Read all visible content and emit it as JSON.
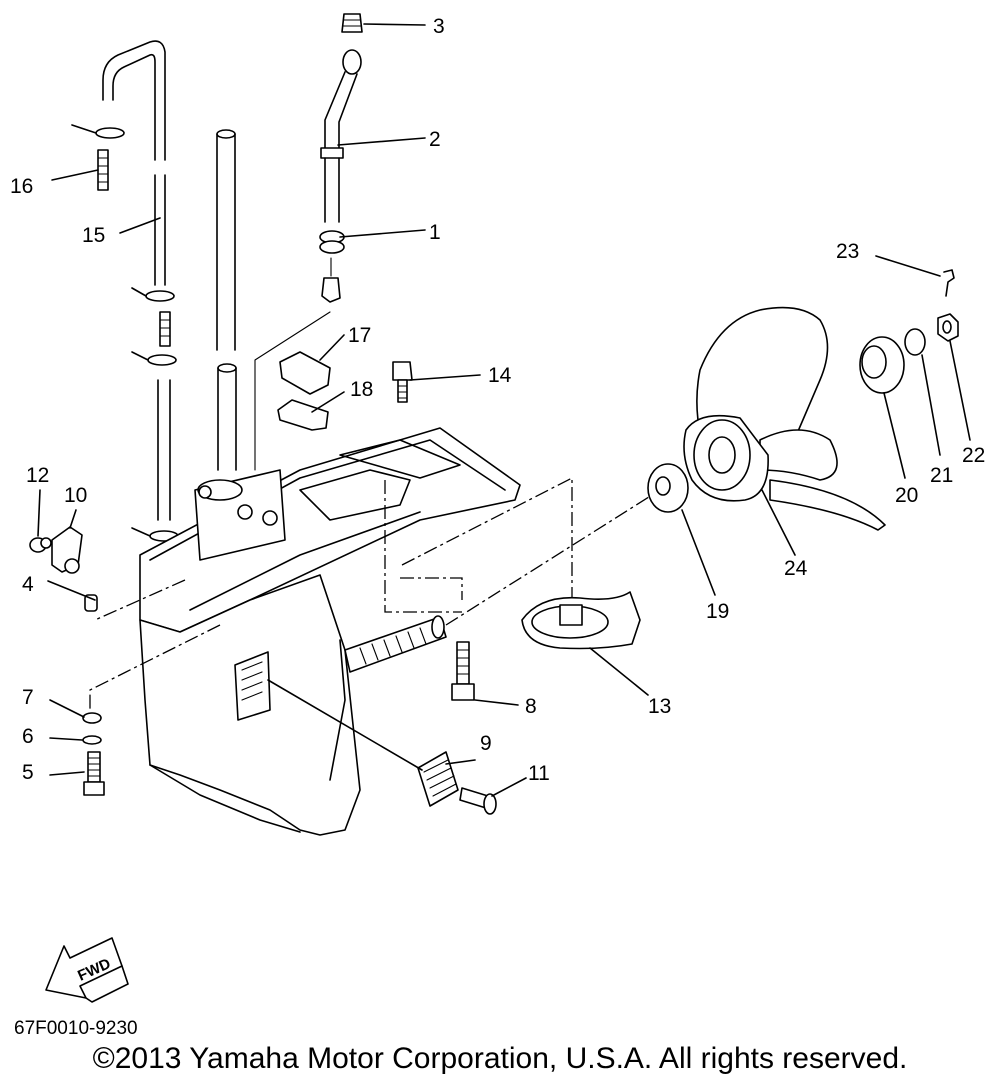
{
  "callouts": [
    {
      "num": "1"
    },
    {
      "num": "2"
    },
    {
      "num": "3"
    },
    {
      "num": "4"
    },
    {
      "num": "5"
    },
    {
      "num": "6"
    },
    {
      "num": "7"
    },
    {
      "num": "8"
    },
    {
      "num": "9"
    },
    {
      "num": "10"
    },
    {
      "num": "11"
    },
    {
      "num": "12"
    },
    {
      "num": "13"
    },
    {
      "num": "14"
    },
    {
      "num": "15"
    },
    {
      "num": "16"
    },
    {
      "num": "17"
    },
    {
      "num": "18"
    },
    {
      "num": "19"
    },
    {
      "num": "20"
    },
    {
      "num": "21"
    },
    {
      "num": "22"
    },
    {
      "num": "23"
    },
    {
      "num": "24"
    }
  ],
  "fwd_arrow": "FWD",
  "drawing_code": "67F0010-9230",
  "copyright": "©2013 Yamaha Motor Corporation, U.S.A. All rights reserved."
}
